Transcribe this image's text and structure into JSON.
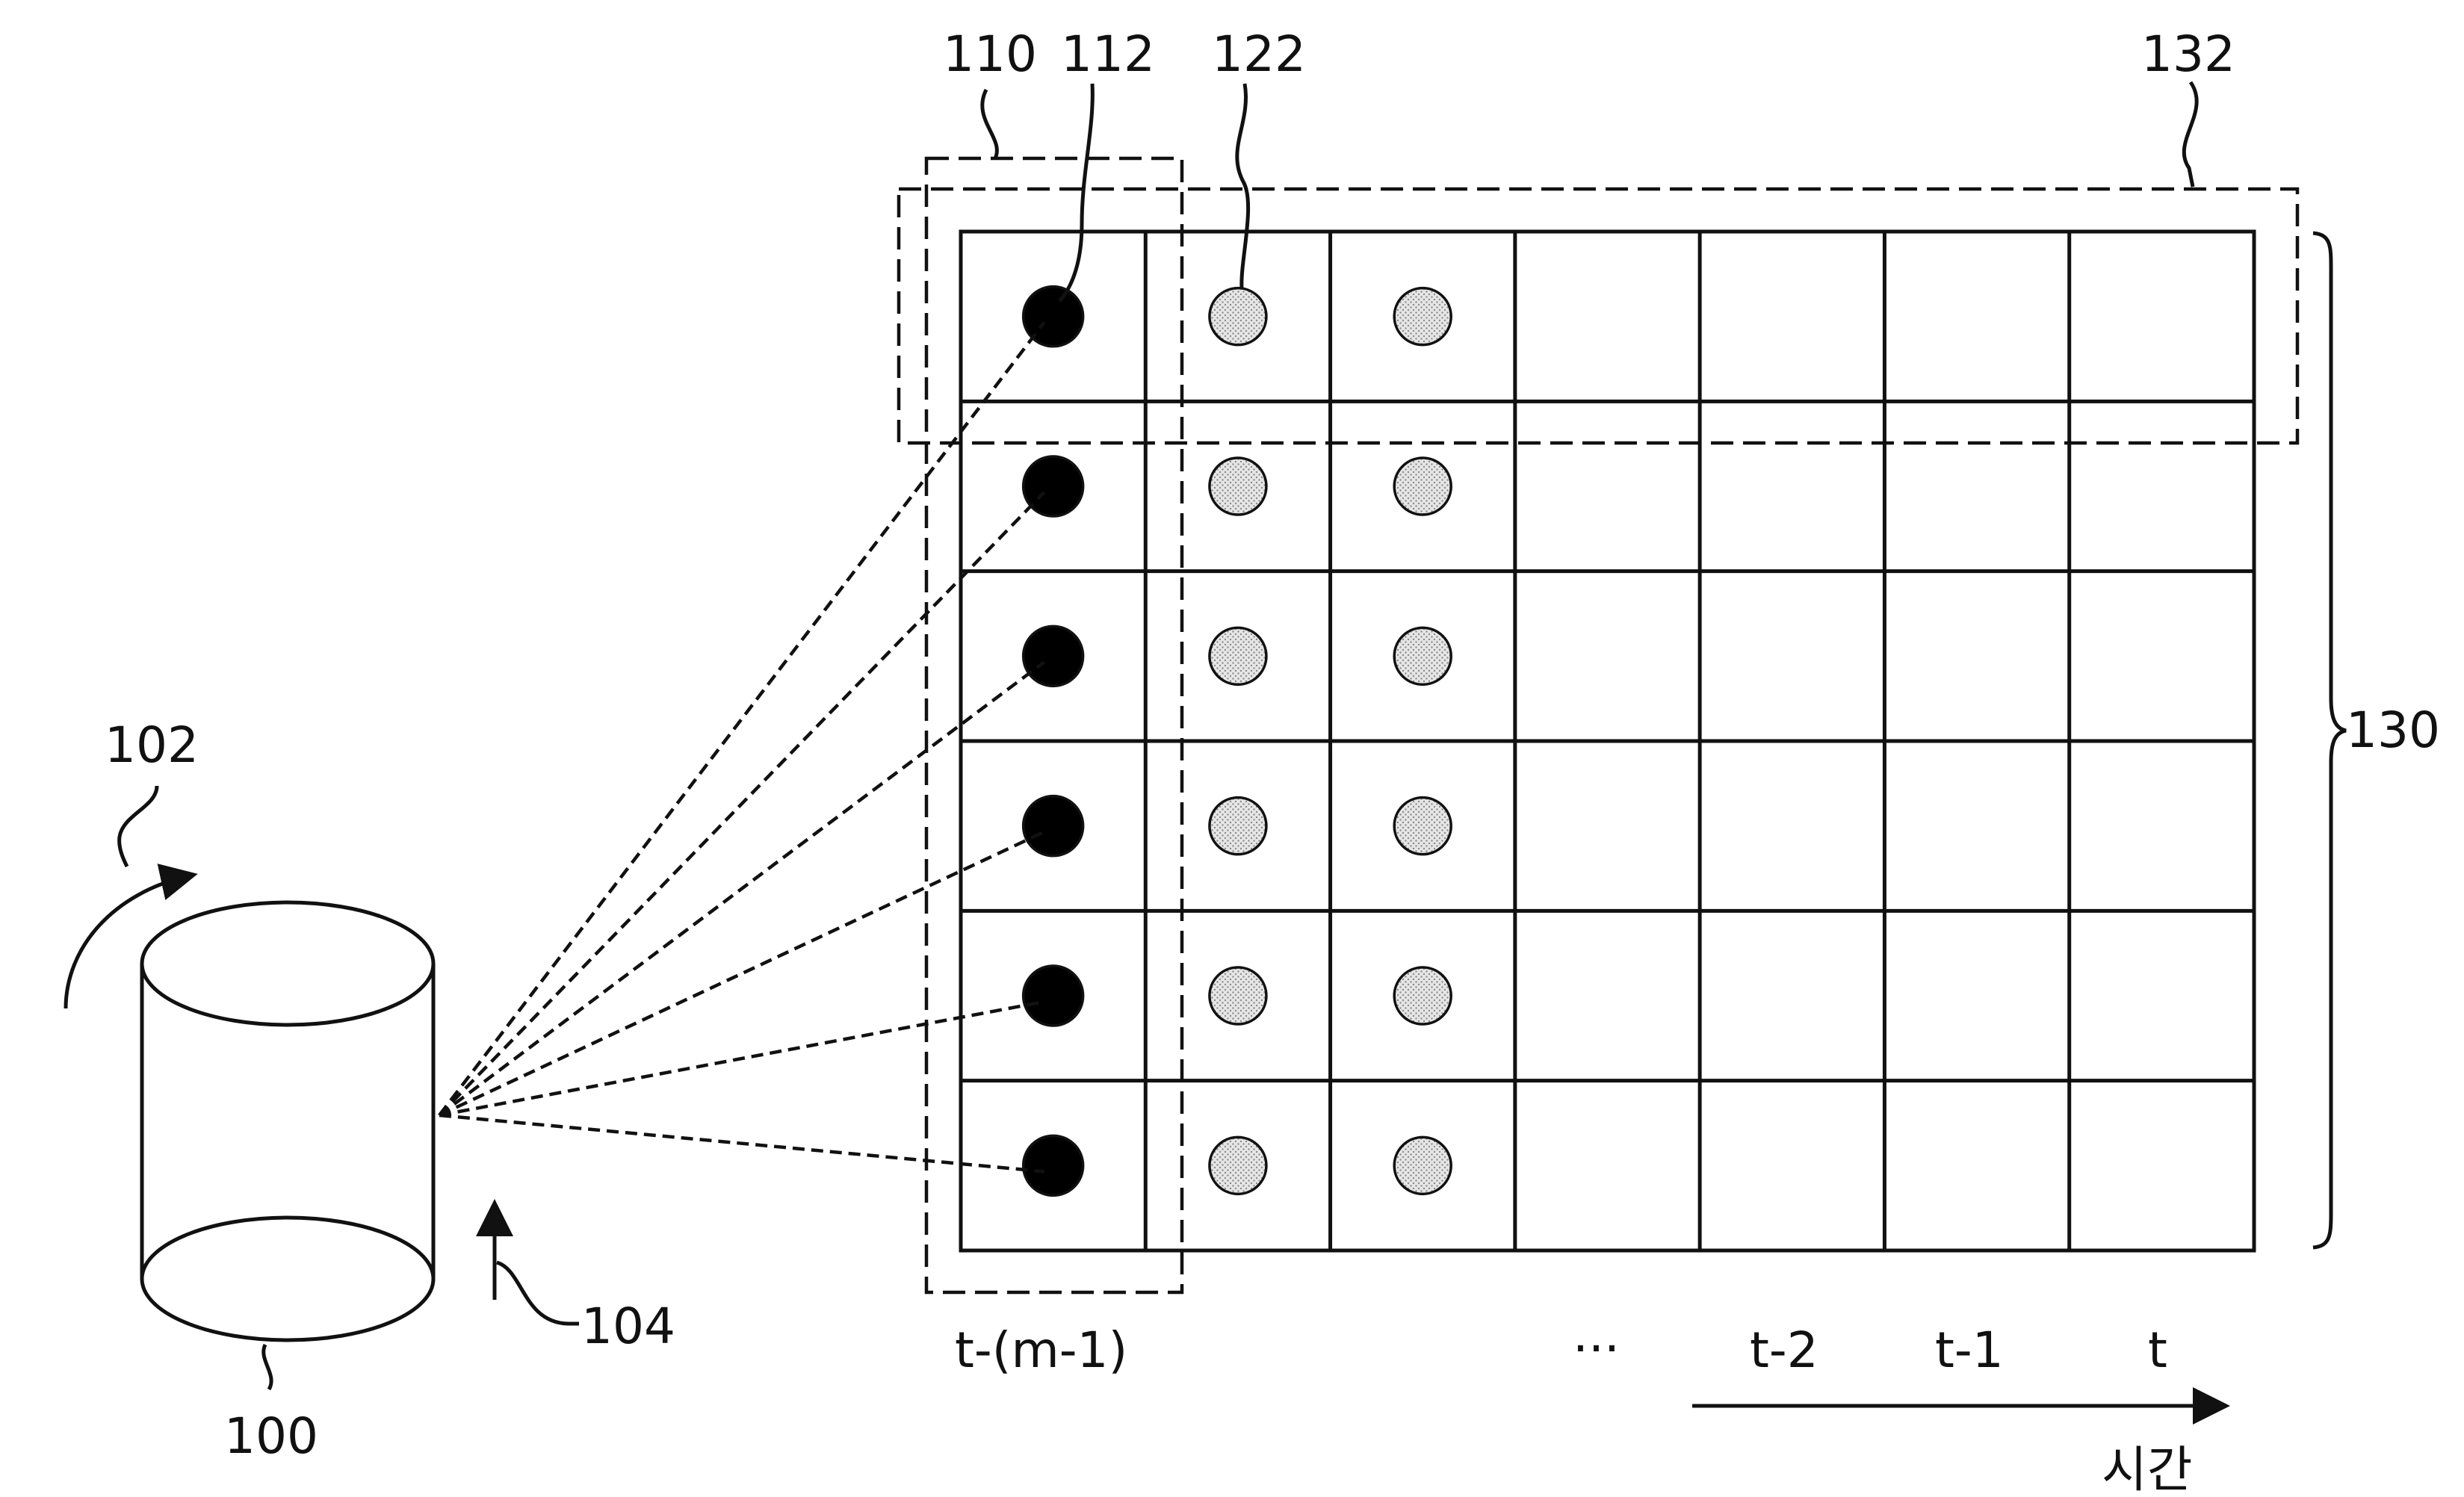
{
  "labels": {
    "block": "110",
    "point": "112",
    "pixel": "122",
    "window": "132",
    "array": "130",
    "rotation": "102",
    "movement": "104",
    "lidar": "100",
    "time_axis": "시간"
  },
  "time_labels": [
    "t-(m-1)",
    "···",
    "t-2",
    "t-1",
    "t"
  ],
  "grid": {
    "rows": 6,
    "cols": 7,
    "dot_columns": 3
  },
  "colors": {
    "ink": "#111111",
    "dark_dot": "#000000",
    "light_dot": "#dcdcdc",
    "mid_dot": "#cfcfcf"
  }
}
